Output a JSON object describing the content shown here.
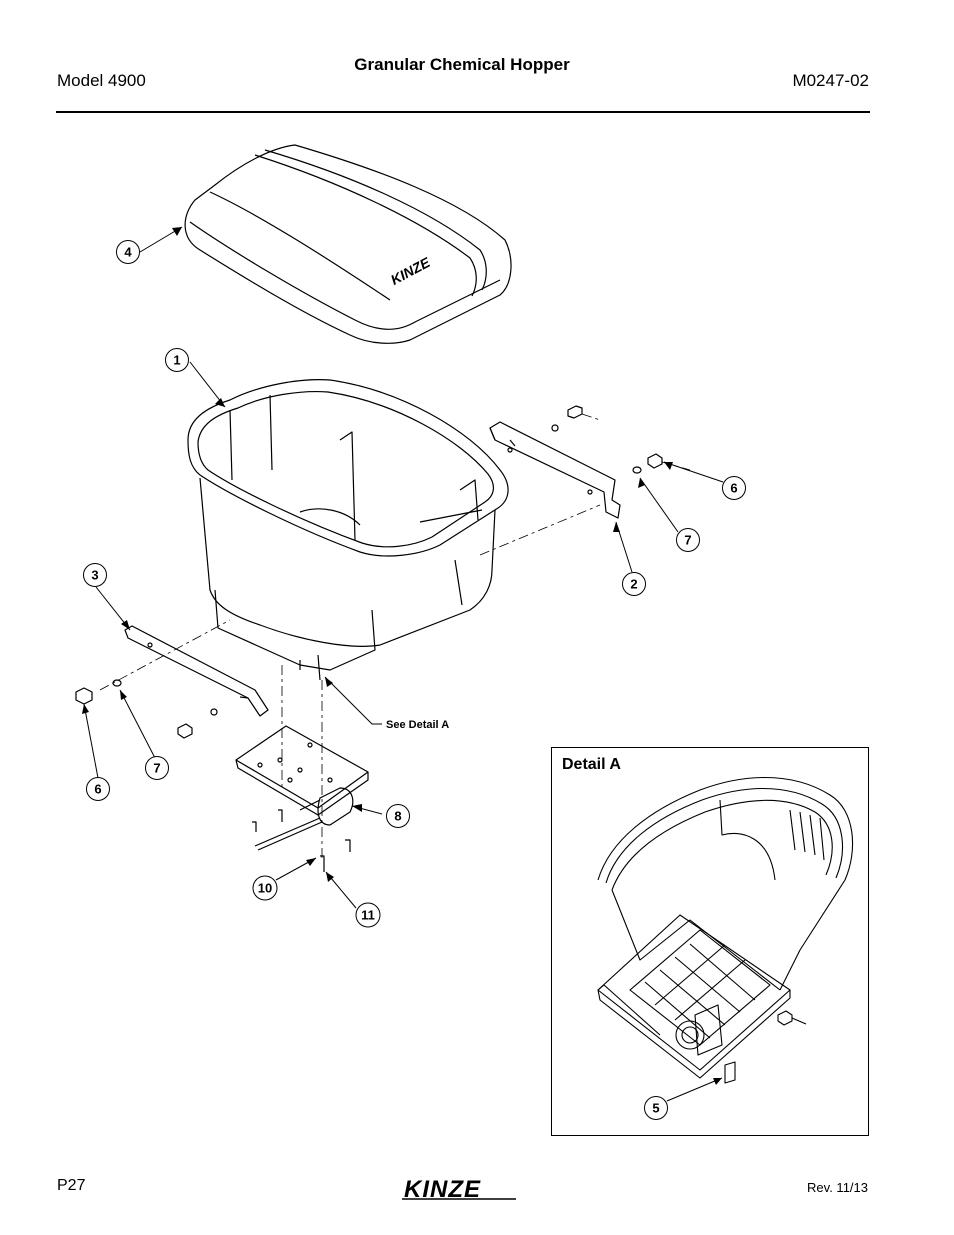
{
  "header": {
    "left": "Model 4900",
    "title": "Granular Chemical Hopper",
    "right": "M0247-02"
  },
  "footer": {
    "page": "P27",
    "brand": "KINZE",
    "revision": "Rev. 11/13"
  },
  "diagram": {
    "lid_brand": "KINZE",
    "see_detail_label": "See Detail A",
    "detail_title": "Detail A",
    "callouts": {
      "c1": "1",
      "c2": "2",
      "c3": "3",
      "c4": "4",
      "c6a": "6",
      "c6b": "6",
      "c7a": "7",
      "c7b": "7",
      "c8": "8",
      "c10": "10",
      "c11": "11",
      "c5": "5"
    }
  }
}
